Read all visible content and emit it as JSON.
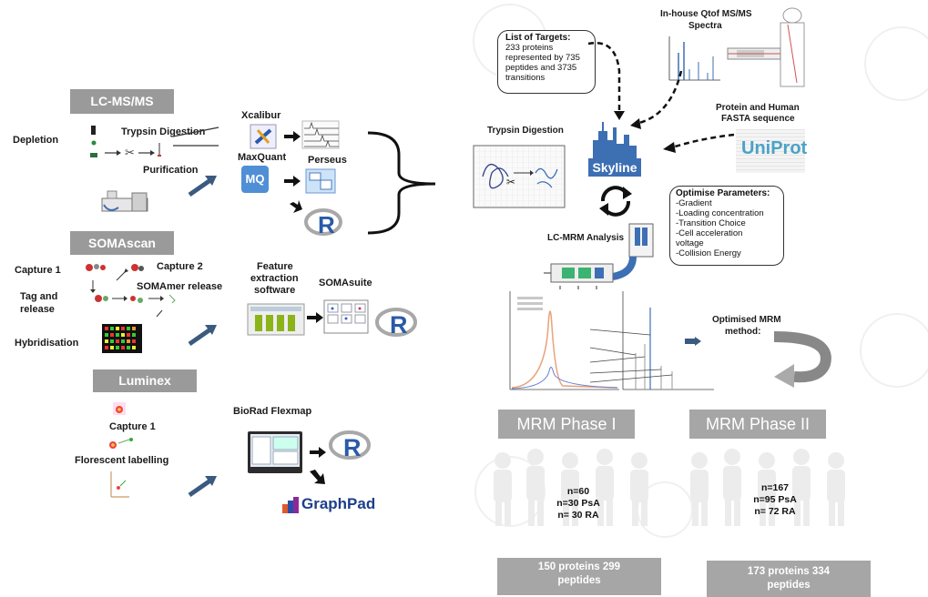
{
  "lcms": {
    "banner": "LC-MS/MS",
    "depletion": "Depletion",
    "trypsin": "Trypsin Digestion",
    "purification": "Purification"
  },
  "tools_lcms": {
    "xcalibur": "Xcalibur",
    "maxquant": "MaxQuant",
    "perseus": "Perseus",
    "mq_logo": "MQ"
  },
  "somascan": {
    "banner": "SOMAscan",
    "capture1": "Capture 1",
    "capture2": "Capture 2",
    "tag_release_1": "Tag and",
    "tag_release_2": "release",
    "somamer": "SOMAmer release",
    "hybrid": "Hybridisation"
  },
  "tools_soma": {
    "feature_1": "Feature",
    "feature_2": "extraction",
    "feature_3": "software",
    "somasuite": "SOMAsuite"
  },
  "luminex": {
    "banner": "Luminex",
    "capture1": "Capture 1",
    "labelling": "Florescent labelling"
  },
  "tools_lum": {
    "biorad": "BioRad Flexmap",
    "graphpad": "GraphPad"
  },
  "r_logo": "R",
  "targets": {
    "title": "List of Targets:",
    "line1": "233 proteins",
    "line2": "represented by 735",
    "line3": "peptides and 3735",
    "line4": "transitions"
  },
  "qtof": {
    "line1": "In-house Qtof MS/MS",
    "line2": "Spectra"
  },
  "fasta": {
    "line1": "Protein and Human",
    "line2": "FASTA sequence",
    "uniprot": "UniProt"
  },
  "mrm_trypsin": "Trypsin Digestion",
  "skyline": "Skyline",
  "optimise": {
    "title": "Optimise Parameters:",
    "items": [
      "-Gradient",
      "-Loading concentration",
      "-Transition Choice",
      "-Cell acceleration",
      "voltage",
      "-Collision Energy"
    ]
  },
  "lcmrm": "LC-MRM Analysis",
  "optimised_1": "Optimised MRM",
  "optimised_2": "method:",
  "phase1": {
    "label": "MRM Phase I",
    "n": "n=60",
    "psa": "n=30 PsA",
    "ra": "n= 30 RA",
    "result_1": "150 proteins 299",
    "result_2": "peptides"
  },
  "phase2": {
    "label": "MRM Phase II",
    "n": "n=167",
    "psa": "n=95 PsA",
    "ra": "n= 72 RA",
    "result_1": "173 proteins 334",
    "result_2": "peptides"
  },
  "colors": {
    "banner_gray": "#9a9a9a",
    "phase_gray": "#a6a6a6",
    "skyline_blue": "#3d6fb3",
    "r_blue": "#2a5aa8",
    "arrow_blue": "#3b5a80"
  }
}
